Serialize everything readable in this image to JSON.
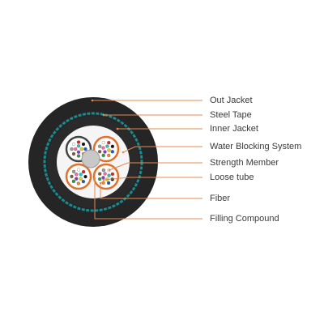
{
  "colors": {
    "leader": "#e8894f",
    "outer_jacket": "#252525",
    "steel_tape": "#1a8a8f",
    "inner_jacket": "#2a2a2a",
    "core_bg": "#f5f5f5",
    "strength_member": "#c8c8c8",
    "tube_border_orange": "#e0702a",
    "tube_border_dark": "#444444",
    "tube_fill": "#ffffff",
    "fiber_palette": [
      "#1e5bc6",
      "#f28a1e",
      "#2e9a46",
      "#8b5a2b",
      "#9a9a9a",
      "#ffffff",
      "#d92626",
      "#111111",
      "#e6cf12",
      "#8a3fbf",
      "#ff66aa",
      "#27c3c7"
    ]
  },
  "labels": [
    {
      "text": "Out Jacket",
      "target": "outer_jacket"
    },
    {
      "text": "Steel Tape",
      "target": "steel_tape"
    },
    {
      "text": "Inner Jacket",
      "target": "inner_jacket"
    },
    {
      "text": "Water Blocking System",
      "target": "water_blocking"
    },
    {
      "text": "Strength Member",
      "target": "strength_member"
    },
    {
      "text": "Loose tube",
      "target": "loose_tube"
    },
    {
      "text": "Fiber",
      "target": "fiber"
    },
    {
      "text": "Filling Compound",
      "target": "filling_compound"
    }
  ],
  "loose_tubes": [
    {
      "border": "tube_border_dark"
    },
    {
      "border": "tube_border_orange"
    },
    {
      "border": "tube_border_orange"
    },
    {
      "border": "tube_border_orange"
    }
  ]
}
